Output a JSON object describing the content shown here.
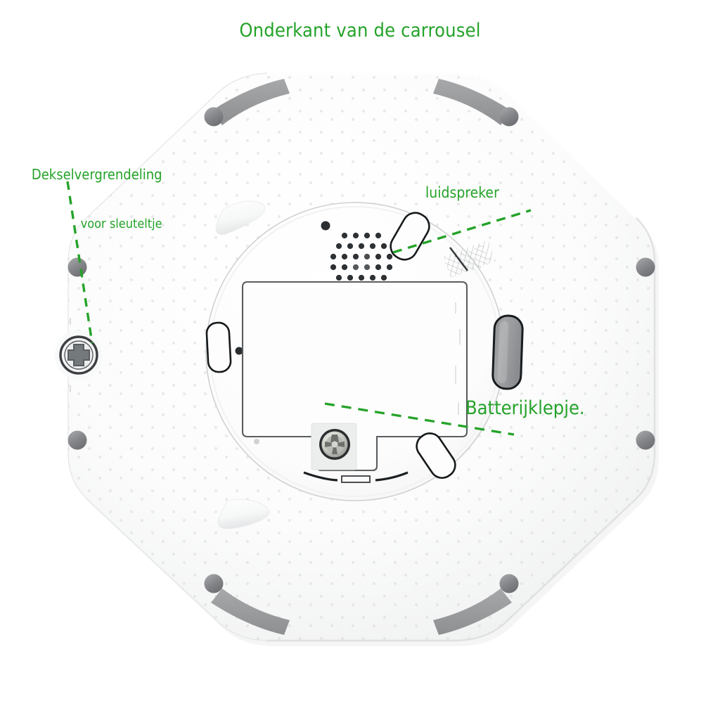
{
  "page": {
    "title": "Onderkant van de carrousel",
    "background_color": "#ffffff",
    "accent_color": "#25a329",
    "subject": "carousel-underside-photo-diagram"
  },
  "annotations": [
    {
      "id": "lock",
      "name": "lid-lock-annotation",
      "line1": "Dekselvergrendeling",
      "line2": "voor sleuteltje",
      "leader": "dashed",
      "color": "#25a329"
    },
    {
      "id": "speaker",
      "name": "speaker-annotation",
      "label": "luidspreker",
      "leader": "dashed",
      "color": "#25a329"
    },
    {
      "id": "battery",
      "name": "battery-cover-annotation",
      "label": "Batterijklepje.",
      "leader": "dashed",
      "color": "#25a329"
    }
  ],
  "device": {
    "shape": "octagon",
    "body_color": "#fdfdfd",
    "pad_color": "#9b9c9e",
    "hole_color": "#8e9093",
    "tab_color": "#9b9c9e",
    "screw_color": "#c9cbc6",
    "parts": [
      {
        "name": "rubber-foot-pad",
        "count": 4
      },
      {
        "name": "screw-hole",
        "count": 6
      },
      {
        "name": "key-lock",
        "count": 1
      },
      {
        "name": "inner-circle",
        "count": 1
      },
      {
        "name": "speaker-grille",
        "count": 1
      },
      {
        "name": "battery-cover",
        "count": 1
      },
      {
        "name": "center-screw",
        "count": 1
      },
      {
        "name": "latch-tab",
        "count": 4
      },
      {
        "name": "gray-release-tab",
        "count": 1
      },
      {
        "name": "vent-hatch",
        "count": 1
      },
      {
        "name": "raised-bumper",
        "count": 2
      }
    ]
  }
}
